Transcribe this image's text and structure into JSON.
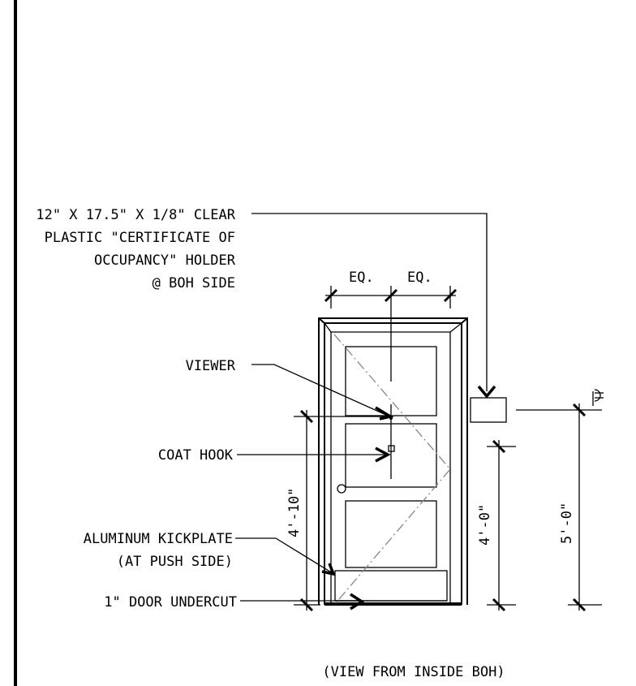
{
  "labels": {
    "holder_line1": "12\" X 17.5\" X 1/8\" CLEAR",
    "holder_line2": "PLASTIC \"CERTIFICATE OF",
    "holder_line3": "OCCUPANCY\" HOLDER",
    "holder_line4": "@ BOH SIDE",
    "viewer": "VIEWER",
    "coat_hook": "COAT HOOK",
    "kickplate_line1": "ALUMINUM KICKPLATE",
    "kickplate_line2": "(AT PUSH SIDE)",
    "undercut": "1\" DOOR UNDERCUT",
    "view_caption": "(VIEW FROM INSIDE BOH)"
  },
  "dimensions": {
    "eq_left": "EQ.",
    "eq_right": "EQ.",
    "viewer_height": "4'-10\"",
    "hook_height": "4'-0\"",
    "holder_height": "5'-0\""
  },
  "symbols": {
    "centerline": "centerline-symbol"
  }
}
